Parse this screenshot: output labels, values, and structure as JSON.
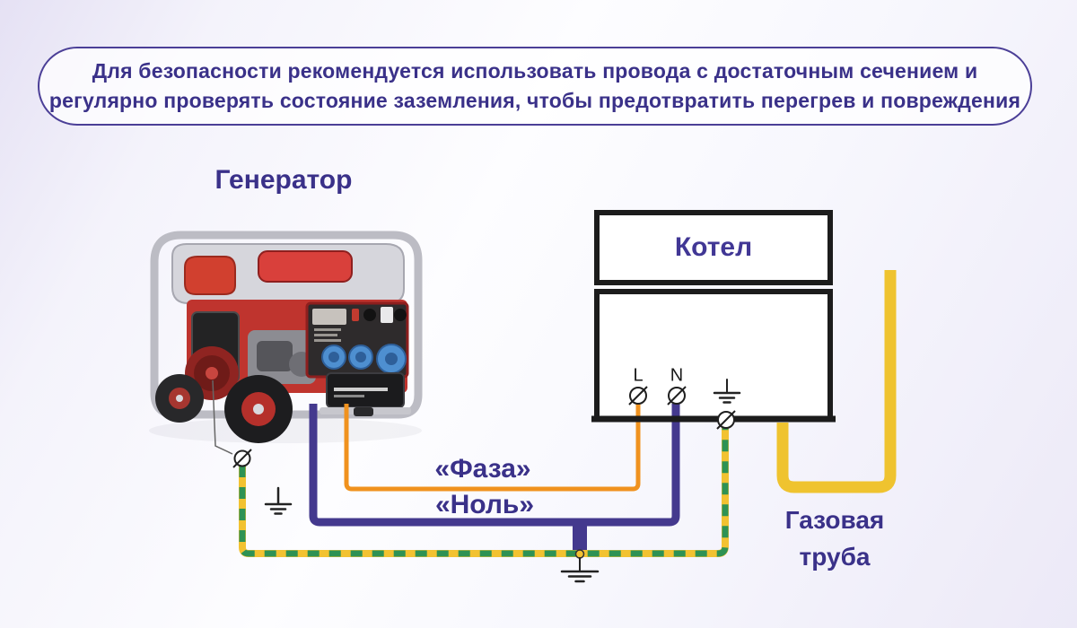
{
  "banner": {
    "line1": "Для безопасности рекомендуется использовать провода с достаточным сечением и",
    "line2": "регулярно проверять состояние заземления, чтобы предотвратить перегрев и повреждения"
  },
  "labels": {
    "generator": "Генератор",
    "boiler": "Котел",
    "phase": "«Фаза»",
    "neutral": "«Ноль»",
    "gas_pipe_line1": "Газовая",
    "gas_pipe_line2": "труба",
    "terminal_l": "L",
    "terminal_n": "N"
  },
  "icons": {
    "terminal-icon": "⊘ crossed-circle connection point",
    "earth-ground-icon": "⏚ earth ground symbol"
  },
  "colors": {
    "ink": "#3a3189",
    "banner_border": "#4b3f97",
    "box_border": "#1c1c1c",
    "wire_phase": "#f0921e",
    "wire_neutral": "#44398e",
    "wire_ground_yellow": "#f2c231",
    "wire_ground_green": "#2e9254",
    "gas_pipe": "#efc32f",
    "terminal": "#1f1f1f"
  }
}
